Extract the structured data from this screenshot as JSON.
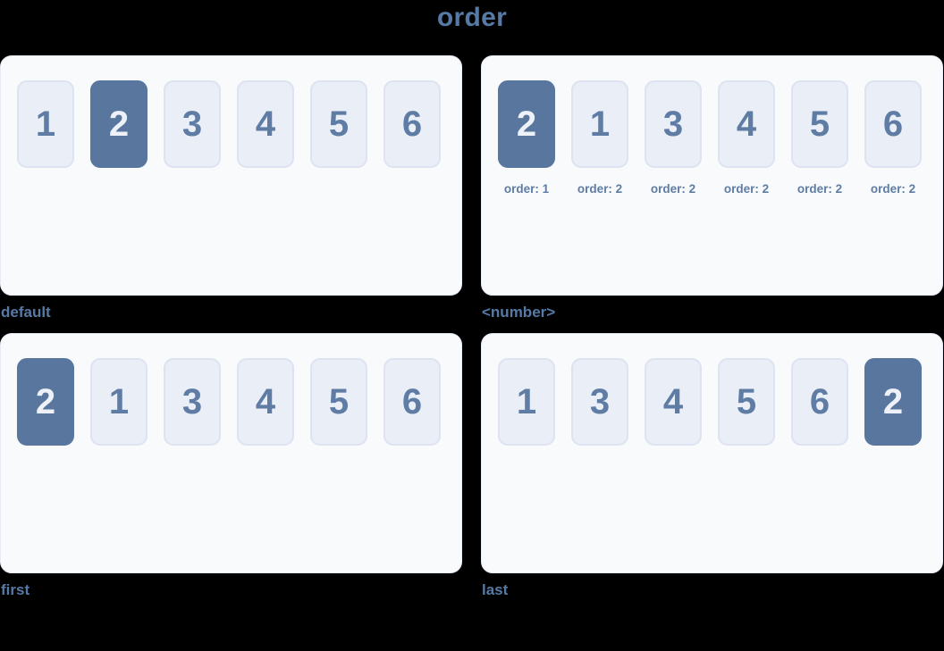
{
  "page": {
    "title": "order"
  },
  "colors": {
    "page_bg": "#000000",
    "accent_text": "#567aa5",
    "panel_bg": "#f8fafc",
    "panel_border": "#e6ebf4",
    "box_bg": "#eaeef7",
    "box_border": "#dde3f0",
    "box_text": "#5e7ca4",
    "highlight_bg": "#58769e",
    "highlight_text": "#eef2f8"
  },
  "panels": [
    {
      "id": "default",
      "caption": "default",
      "items": [
        {
          "label": "1",
          "highlighted": false
        },
        {
          "label": "2",
          "highlighted": true
        },
        {
          "label": "3",
          "highlighted": false
        },
        {
          "label": "4",
          "highlighted": false
        },
        {
          "label": "5",
          "highlighted": false
        },
        {
          "label": "6",
          "highlighted": false
        }
      ]
    },
    {
      "id": "number",
      "caption": "<number>",
      "items": [
        {
          "label": "2",
          "highlighted": true,
          "sub": "order: 1"
        },
        {
          "label": "1",
          "highlighted": false,
          "sub": "order: 2"
        },
        {
          "label": "3",
          "highlighted": false,
          "sub": "order: 2"
        },
        {
          "label": "4",
          "highlighted": false,
          "sub": "order: 2"
        },
        {
          "label": "5",
          "highlighted": false,
          "sub": "order: 2"
        },
        {
          "label": "6",
          "highlighted": false,
          "sub": "order: 2"
        }
      ]
    },
    {
      "id": "first",
      "caption": "first",
      "items": [
        {
          "label": "2",
          "highlighted": true
        },
        {
          "label": "1",
          "highlighted": false
        },
        {
          "label": "3",
          "highlighted": false
        },
        {
          "label": "4",
          "highlighted": false
        },
        {
          "label": "5",
          "highlighted": false
        },
        {
          "label": "6",
          "highlighted": false
        }
      ]
    },
    {
      "id": "last",
      "caption": "last",
      "items": [
        {
          "label": "1",
          "highlighted": false
        },
        {
          "label": "3",
          "highlighted": false
        },
        {
          "label": "4",
          "highlighted": false
        },
        {
          "label": "5",
          "highlighted": false
        },
        {
          "label": "6",
          "highlighted": false
        },
        {
          "label": "2",
          "highlighted": true
        }
      ]
    }
  ]
}
